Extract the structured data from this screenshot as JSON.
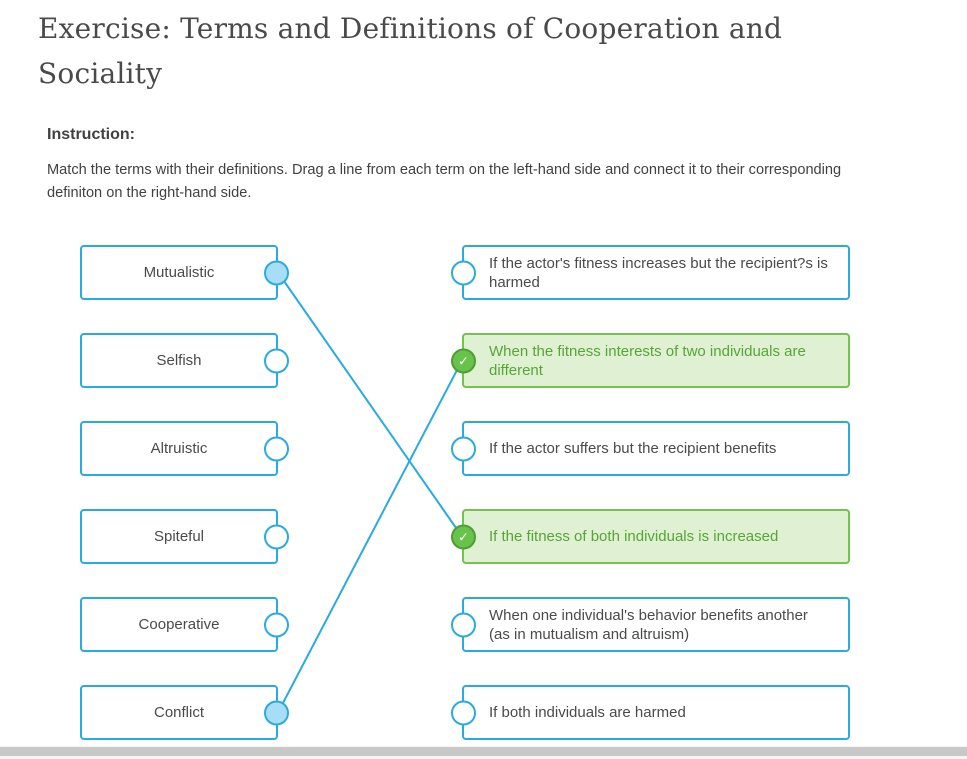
{
  "header": {
    "title": "Exercise: Terms and Definitions of Cooperation and Sociality"
  },
  "instruction": {
    "heading": "Instruction:",
    "text": "Match the terms with their definitions. Drag a line from each term on the left-hand side and connect it to their corresponding definiton on the right-hand side."
  },
  "icons": {
    "check": "✓"
  },
  "colors": {
    "accent_blue": "#29abe2",
    "connector_fill_blue": "#a7def5",
    "matched_border_green": "#70c64d",
    "matched_bg_green": "#dff0d3",
    "matched_text_green": "#55a735",
    "check_circle_green": "#68c24c",
    "check_circle_border_green": "#4d9e33",
    "text_dark": "#4a4a4a"
  },
  "terms": [
    {
      "label": "Mutualistic",
      "state": "connected"
    },
    {
      "label": "Selfish",
      "state": "open"
    },
    {
      "label": "Altruistic",
      "state": "open"
    },
    {
      "label": "Spiteful",
      "state": "open"
    },
    {
      "label": "Cooperative",
      "state": "open"
    },
    {
      "label": "Conflict",
      "state": "connected"
    }
  ],
  "definitions": [
    {
      "text": "If the actor's fitness increases but the recipient?s is harmed",
      "state": "open"
    },
    {
      "text": "When the fitness interests of two individuals are different",
      "state": "matched"
    },
    {
      "text": "If the actor suffers but the recipient benefits",
      "state": "open"
    },
    {
      "text": "If the fitness of both individuals is increased",
      "state": "matched"
    },
    {
      "text": "When one individual's behavior benefits another (as in mutualism and altruism)",
      "state": "open"
    },
    {
      "text": "If both individuals are harmed",
      "state": "open"
    }
  ],
  "connections": [
    {
      "from_term": 0,
      "to_definition": 3
    },
    {
      "from_term": 5,
      "to_definition": 1
    }
  ]
}
